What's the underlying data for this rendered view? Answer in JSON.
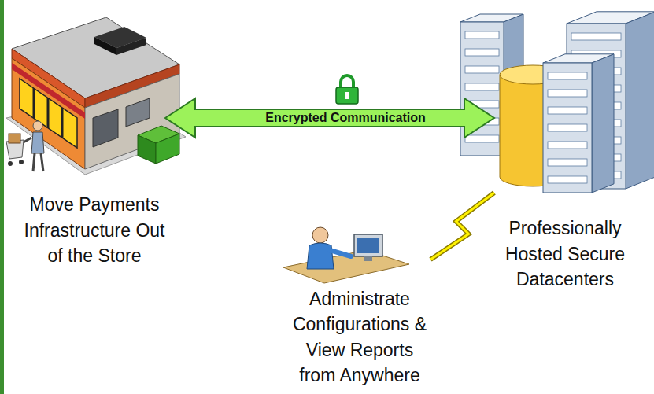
{
  "diagram": {
    "nodes": [
      {
        "text": [
          "Move Payments Infrastructure Out of the Store"
        ]
      },
      {
        "text": [
          "Professionally Hosted Secure Datacenters"
        ]
      },
      {
        "text": [
          "Administrate Configurations & View Reports from Anywhere"
        ]
      }
    ],
    "edges": [
      {
        "from": 0,
        "to": 1,
        "arrow": "both",
        "label": "Encrypted Communication"
      },
      {
        "from": 2,
        "to": 1,
        "arrow": "none"
      }
    ]
  }
}
